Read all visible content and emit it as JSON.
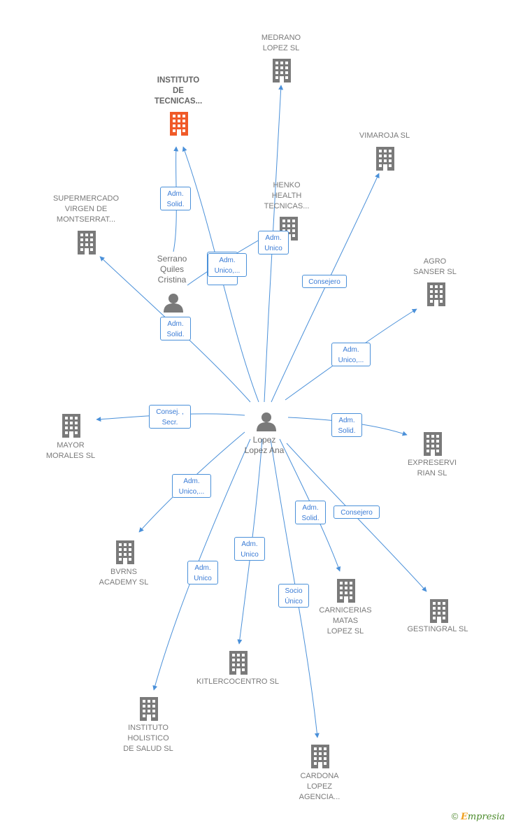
{
  "colors": {
    "line": "#4a90d9",
    "building": "#7a7a7a",
    "building_highlight": "#f05a28",
    "person": "#7a7a7a"
  },
  "people": [
    {
      "id": "lopez",
      "label": "Lopez\nLopez Ana"
    },
    {
      "id": "serrano",
      "label": "Serrano\nQuiles\nCristina"
    }
  ],
  "companies": [
    {
      "id": "instituto_tec",
      "label": "INSTITUTO\nDE\nTECNICAS...",
      "highlight": true
    },
    {
      "id": "medrano",
      "label": "MEDRANO\nLOPEZ SL"
    },
    {
      "id": "vimaroja",
      "label": "VIMAROJA SL"
    },
    {
      "id": "henko",
      "label": "HENKO\nHEALTH\nTECNICAS..."
    },
    {
      "id": "supermercado",
      "label": "SUPERMERCADO\nVIRGEN DE\nMONTSERRAT..."
    },
    {
      "id": "agro",
      "label": "AGRO\nSANSER SL"
    },
    {
      "id": "mayor",
      "label": "MAYOR\nMORALES SL"
    },
    {
      "id": "expreservi",
      "label": "EXPRESERVI\nRIAN SL"
    },
    {
      "id": "bvrns",
      "label": "BVRNS\nACADEMY SL"
    },
    {
      "id": "carnicerias",
      "label": "CARNICERIAS\nMATAS\nLOPEZ SL"
    },
    {
      "id": "gestingral",
      "label": "GESTINGRAL SL"
    },
    {
      "id": "kitler",
      "label": "KITLERCOCENTRO SL"
    },
    {
      "id": "holistico",
      "label": "INSTITUTO\nHOLISTICO\nDE SALUD SL"
    },
    {
      "id": "cardona",
      "label": "CARDONA\nLOPEZ\nAGENCIA..."
    }
  ],
  "edges": [
    {
      "id": "e_serrano_inst",
      "label": "Adm.\nSolid."
    },
    {
      "id": "e_lopez_inst",
      "label": "Adm.\nSolid."
    },
    {
      "id": "e_serrano_henko",
      "label": "Adm.\nUnico,..."
    },
    {
      "id": "e_lopez_medrano",
      "label": "Adm.\nUnico"
    },
    {
      "id": "e_lopez_vimaroja",
      "label": "Consejero"
    },
    {
      "id": "e_lopez_super",
      "label": "Adm.\nSolid."
    },
    {
      "id": "e_lopez_agro",
      "label": "Adm.\nUnico,..."
    },
    {
      "id": "e_lopez_mayor",
      "label": "Consej. ,\nSecr."
    },
    {
      "id": "e_lopez_expre",
      "label": "Adm.\nSolid."
    },
    {
      "id": "e_lopez_bvrns",
      "label": "Adm.\nUnico,..."
    },
    {
      "id": "e_lopez_carni",
      "label": "Adm.\nSolid."
    },
    {
      "id": "e_lopez_gesting",
      "label": "Consejero"
    },
    {
      "id": "e_lopez_kitler",
      "label": "Adm.\nUnico"
    },
    {
      "id": "e_lopez_holis",
      "label": "Adm.\nUnico"
    },
    {
      "id": "e_lopez_cardona",
      "label": "Socio\nÚnico"
    }
  ],
  "footer": {
    "symbol": "©",
    "brand_initial": "E",
    "brand_rest": "mpresia"
  }
}
